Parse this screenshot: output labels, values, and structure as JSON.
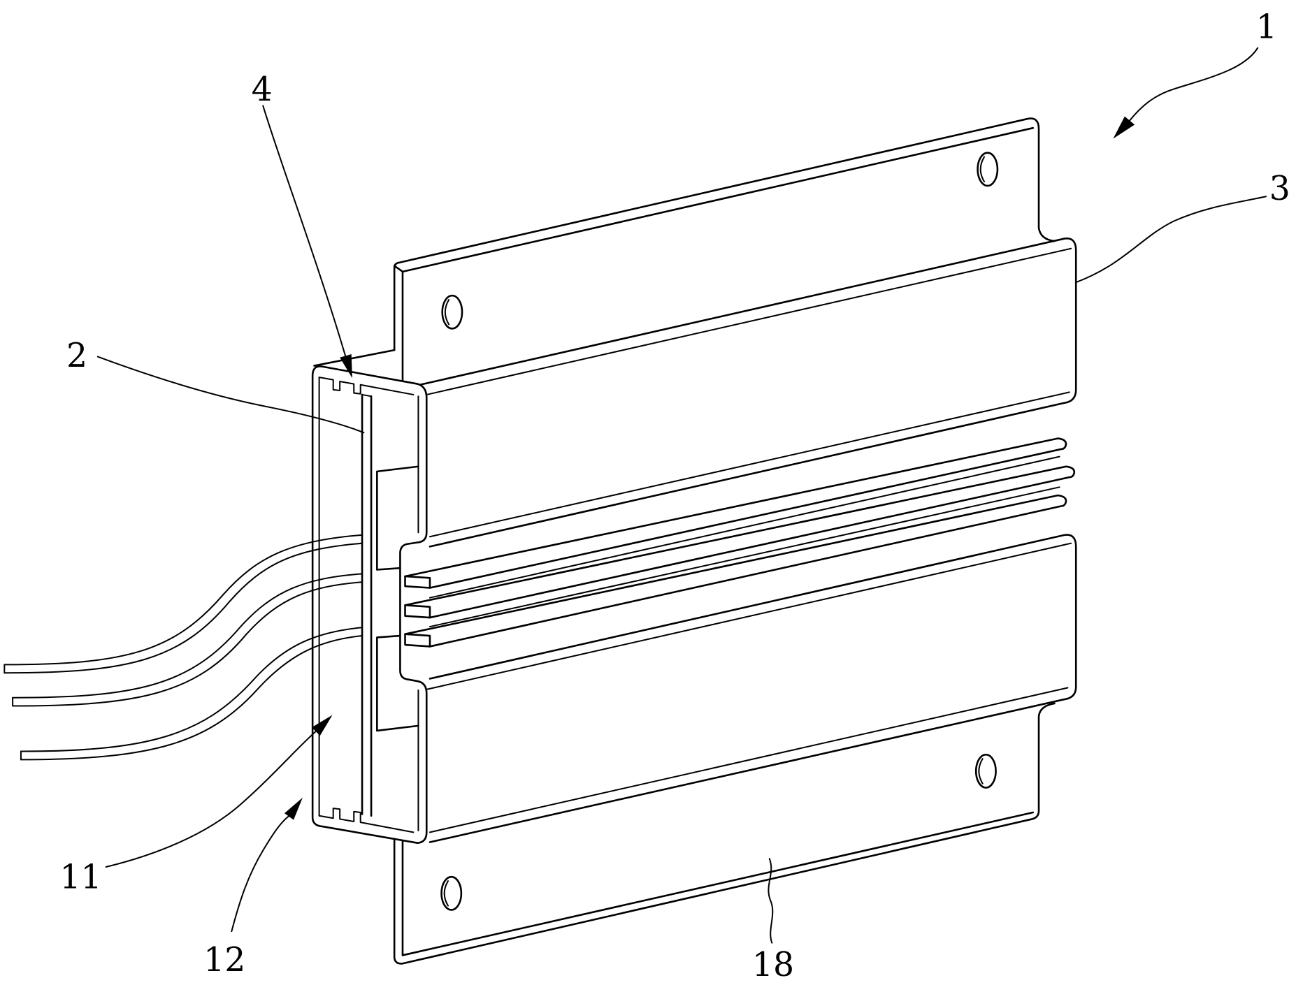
{
  "figure": {
    "reference_numerals": {
      "n1": "1",
      "n2": "2",
      "n3": "3",
      "n4": "4",
      "n11": "11",
      "n12": "12",
      "n18": "18"
    }
  },
  "colors": {
    "line": "#000000",
    "background": "#ffffff"
  }
}
